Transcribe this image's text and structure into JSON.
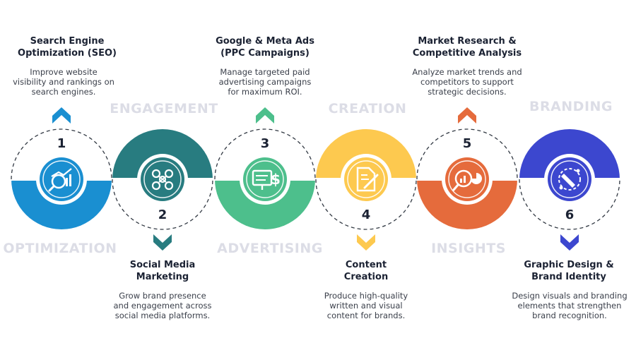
{
  "steps": [
    {
      "number": "1",
      "title_line1": "Search Engine",
      "title_line2": "Optimization (SEO)",
      "description": [
        "Improve website",
        "visibility and rankings on",
        "search engines."
      ],
      "category": "OPTIMIZATION",
      "color": "#1a8fd1",
      "icon": "seo-chart-magnifier-icon"
    },
    {
      "number": "2",
      "title_line1": "Social Media",
      "title_line2": "Marketing",
      "description": [
        "Grow brand presence",
        "and engagement across",
        "social media platforms."
      ],
      "category": "ENGAGEMENT",
      "color": "#287c80",
      "icon": "social-network-icon"
    },
    {
      "number": "3",
      "title_line1": "Google & Meta Ads",
      "title_line2": "(PPC Campaigns)",
      "description": [
        "Manage targeted paid",
        "advertising campaigns",
        "for maximum ROI."
      ],
      "category": "ADVERTISING",
      "color": "#4dbf8c",
      "icon": "ppc-monitor-dollar-icon"
    },
    {
      "number": "4",
      "title_line1": "Content",
      "title_line2": "Creation",
      "description": [
        "Produce high-quality",
        "written and visual",
        "content for brands."
      ],
      "category": "CREATION",
      "color": "#fdc94f",
      "icon": "document-pen-icon"
    },
    {
      "number": "5",
      "title_line1": "Market Research &",
      "title_line2": "Competitive Analysis",
      "description": [
        "Analyze market trends and",
        "competitors to support",
        "strategic decisions."
      ],
      "category": "INSIGHTS",
      "color": "#e56b3c",
      "icon": "research-magnifier-chart-icon"
    },
    {
      "number": "6",
      "title_line1": "Graphic Design &",
      "title_line2": "Brand Identity",
      "description": [
        "Design visuals and branding",
        "elements that strengthen",
        "brand recognition."
      ],
      "category": "BRANDING",
      "color": "#3c47cf",
      "icon": "design-pen-tool-icon"
    }
  ]
}
